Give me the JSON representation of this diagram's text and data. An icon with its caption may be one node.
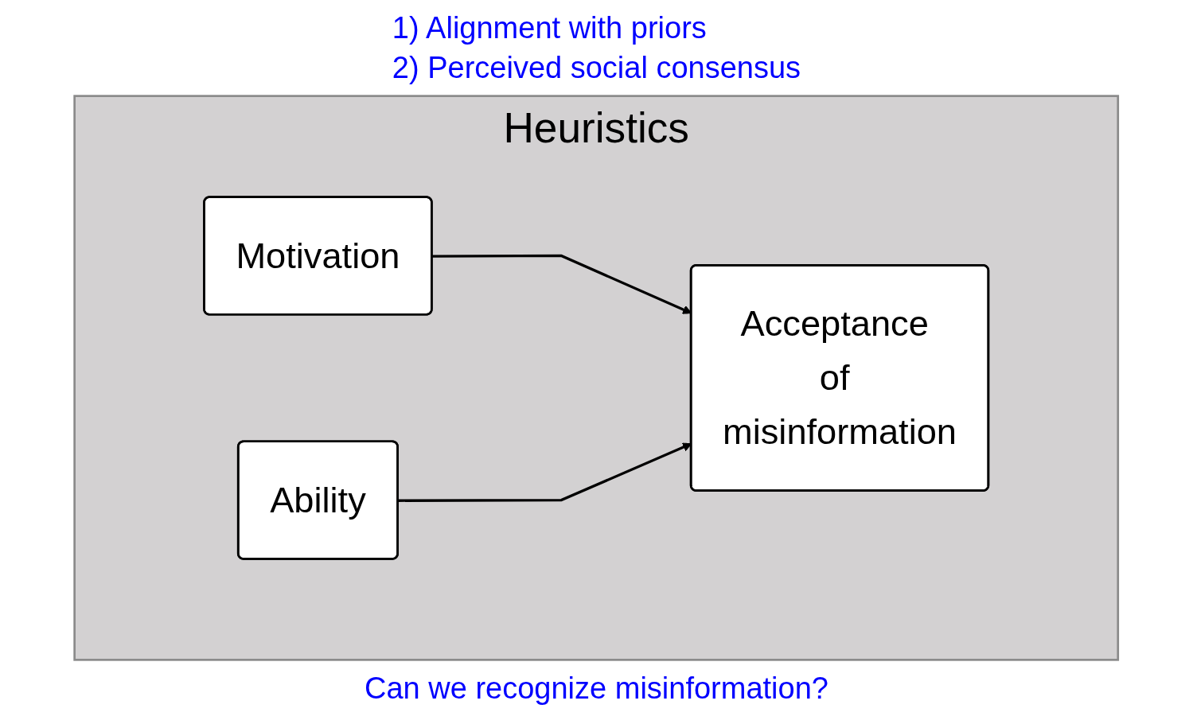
{
  "diagram": {
    "nodes": [
      {
        "text": [
          "Heuristics"
        ]
      },
      {
        "text": [
          "Motivation"
        ],
        "in": 0
      },
      {
        "text": [
          "Ability"
        ],
        "in": 0
      },
      {
        "text": [
          "Acceptance of misinformation"
        ],
        "in": 0
      }
    ],
    "edges": [
      {
        "from": 1,
        "to": 3,
        "arrow": "to"
      },
      {
        "from": 2,
        "to": 3,
        "arrow": "to"
      }
    ],
    "labels": [
      "1) Alignment with priors",
      "2) Perceived social consensus",
      "Can we recognize misinformation?"
    ]
  }
}
